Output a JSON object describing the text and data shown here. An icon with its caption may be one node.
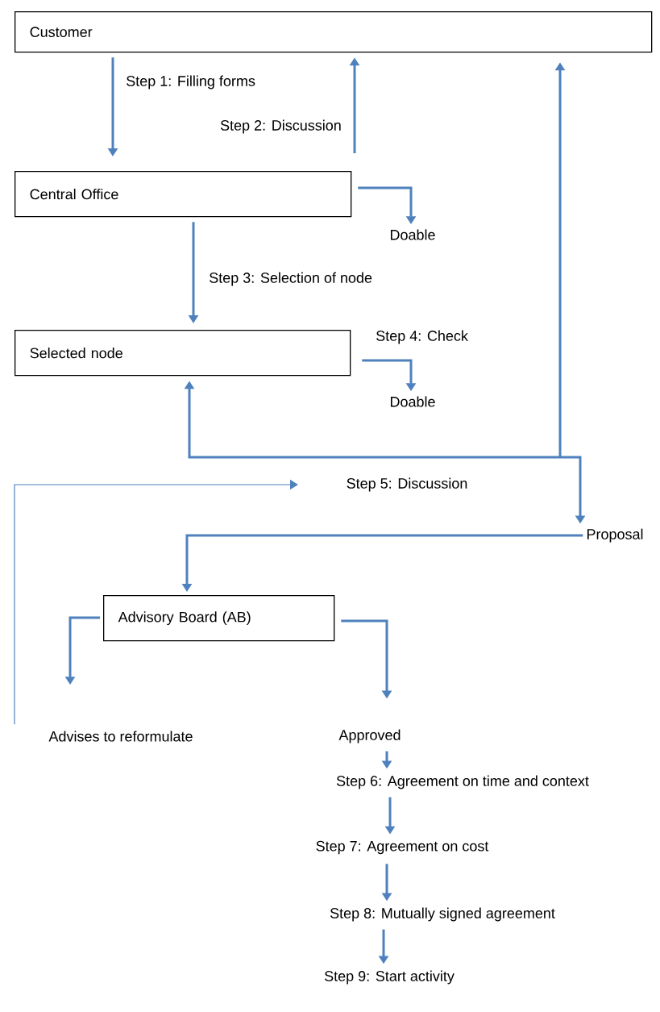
{
  "diagram": {
    "nodes": [
      {
        "text": [
          "Customer"
        ]
      },
      {
        "text": [
          "Central Office"
        ]
      },
      {
        "text": [
          "Doable"
        ]
      },
      {
        "text": [
          "Selected node"
        ]
      },
      {
        "text": [
          "Doable"
        ]
      },
      {
        "text": [
          "Step 5: Discussion"
        ]
      },
      {
        "text": [
          "Proposal"
        ]
      },
      {
        "text": [
          "Advisory Board (AB)"
        ]
      },
      {
        "text": [
          "Advises to reformulate"
        ]
      },
      {
        "text": [
          "Approved"
        ]
      },
      {
        "text": [
          "Step 6: Agreement on time and context"
        ]
      },
      {
        "text": [
          "Step 7: Agreement on cost"
        ]
      },
      {
        "text": [
          "Step 8: Mutually signed agreement"
        ]
      },
      {
        "text": [
          "Step 9: Start activity"
        ]
      }
    ],
    "edges": [
      {
        "from": 0,
        "to": 1,
        "arrow": "to",
        "label": "Step 1: Filling forms"
      },
      {
        "from": 1,
        "to": 0,
        "arrow": "to",
        "label": "Step 2: Discussion"
      },
      {
        "from": 1,
        "to": 2,
        "arrow": "to"
      },
      {
        "from": 1,
        "to": 3,
        "arrow": "to",
        "label": "Step 3: Selection of node"
      },
      {
        "from": 3,
        "to": 4,
        "arrow": "to",
        "label": "Step 4: Check"
      },
      {
        "from": null,
        "to": 3,
        "arrow": "to"
      },
      {
        "from": null,
        "to": 0,
        "arrow": "to"
      },
      {
        "from": null,
        "to": 6,
        "arrow": "to"
      },
      {
        "from": 6,
        "to": 7,
        "arrow": "to"
      },
      {
        "from": 7,
        "to": 8,
        "arrow": "to"
      },
      {
        "from": 7,
        "to": 9,
        "arrow": "to"
      },
      {
        "from": 8,
        "to": 5,
        "arrow": "to"
      },
      {
        "from": 9,
        "to": 10,
        "arrow": "to"
      },
      {
        "from": 10,
        "to": 11,
        "arrow": "to"
      },
      {
        "from": 11,
        "to": 12,
        "arrow": "to"
      },
      {
        "from": 12,
        "to": 13,
        "arrow": "to"
      }
    ]
  }
}
